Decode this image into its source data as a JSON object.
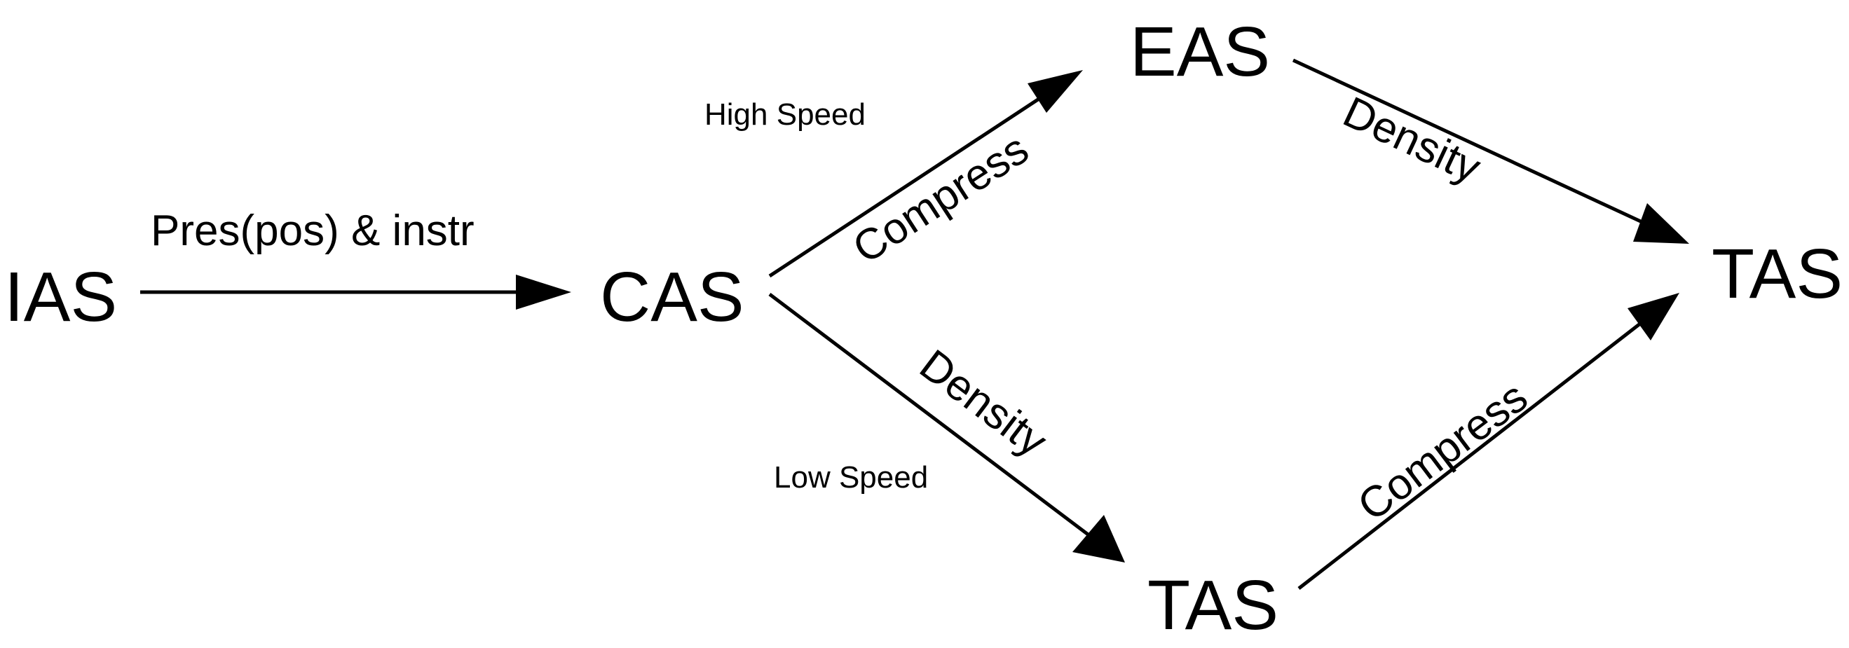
{
  "nodes": {
    "ias": "IAS",
    "cas": "CAS",
    "eas": "EAS",
    "tas_low": "TAS",
    "tas_final": "TAS"
  },
  "edges": {
    "ias_cas": "Pres(pos) & instr",
    "cas_eas": "Compress",
    "eas_tas": "Density",
    "cas_tas_low": "Density",
    "tas_low_tas": "Compress"
  },
  "branches": {
    "high": "High Speed",
    "low": "Low Speed"
  }
}
